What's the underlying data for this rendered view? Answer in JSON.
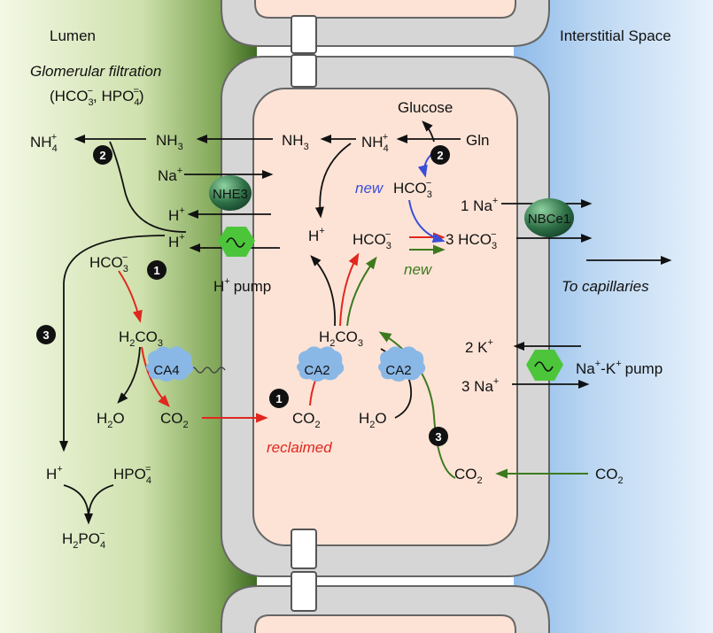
{
  "regions": {
    "lumen": "Lumen",
    "interstitial": "Interstitial Space"
  },
  "filtration": {
    "title": "Glomerular filtration",
    "list_open": "(HCO",
    "list_sub1": "3",
    "list_sup1": "−",
    "list_mid": ", HPO",
    "list_sub2": "4",
    "list_sup2": "=",
    "list_close": ")"
  },
  "chem": {
    "nh4_base": "NH",
    "nh4_sub": "4",
    "nh4_sup": "+",
    "nh3_base": "NH",
    "nh3_sub": "3",
    "na_base": "Na",
    "na_sup": "+",
    "h_base": "H",
    "h_sup": "+",
    "hco3_base": "HCO",
    "hco3_sub": "3",
    "hco3_sup": "−",
    "h2co3_a": "H",
    "h2co3_sub1": "2",
    "h2co3_b": "CO",
    "h2co3_sub2": "3",
    "h2o_a": "H",
    "h2o_sub": "2",
    "h2o_b": "O",
    "co2_base": "CO",
    "co2_sub": "2",
    "hpo4_base": "HPO",
    "hpo4_sub": "4",
    "hpo4_sup": "=",
    "h2po4_a": "H",
    "h2po4_sub1": "2",
    "h2po4_b": "PO",
    "h2po4_sub2": "4",
    "h2po4_sup": "−",
    "glucose": "Glucose",
    "gln": "Gln",
    "one_na": "1 Na",
    "three_hco3": "3 HCO",
    "two_k": "2 K",
    "three_na": "3 Na",
    "k_base": "K",
    "k_sup": "+"
  },
  "labels": {
    "new1": "new",
    "new2": "new",
    "reclaimed": "reclaimed",
    "to_capillaries": "To capillaries",
    "h_pump": "pump",
    "nak_pump_dash": "-",
    "nak_pump_word": "pump"
  },
  "transporters": {
    "nhe3": "NHE3",
    "nbce1": "NBCe1",
    "ca4": "CA4",
    "ca2": "CA2"
  },
  "markers": {
    "one": "1",
    "two": "2",
    "three": "3"
  },
  "colors": {
    "red": "#e0281e",
    "green": "#3d7a1e",
    "blue": "#3a4fd8",
    "black": "#111111",
    "pump_green": "#4cc53b",
    "transporter_green": "#2e6f46",
    "enzyme_blue": "#8ab8e6",
    "cell_interior": "#fde3d6",
    "membrane_gray": "#d6d6d6"
  }
}
